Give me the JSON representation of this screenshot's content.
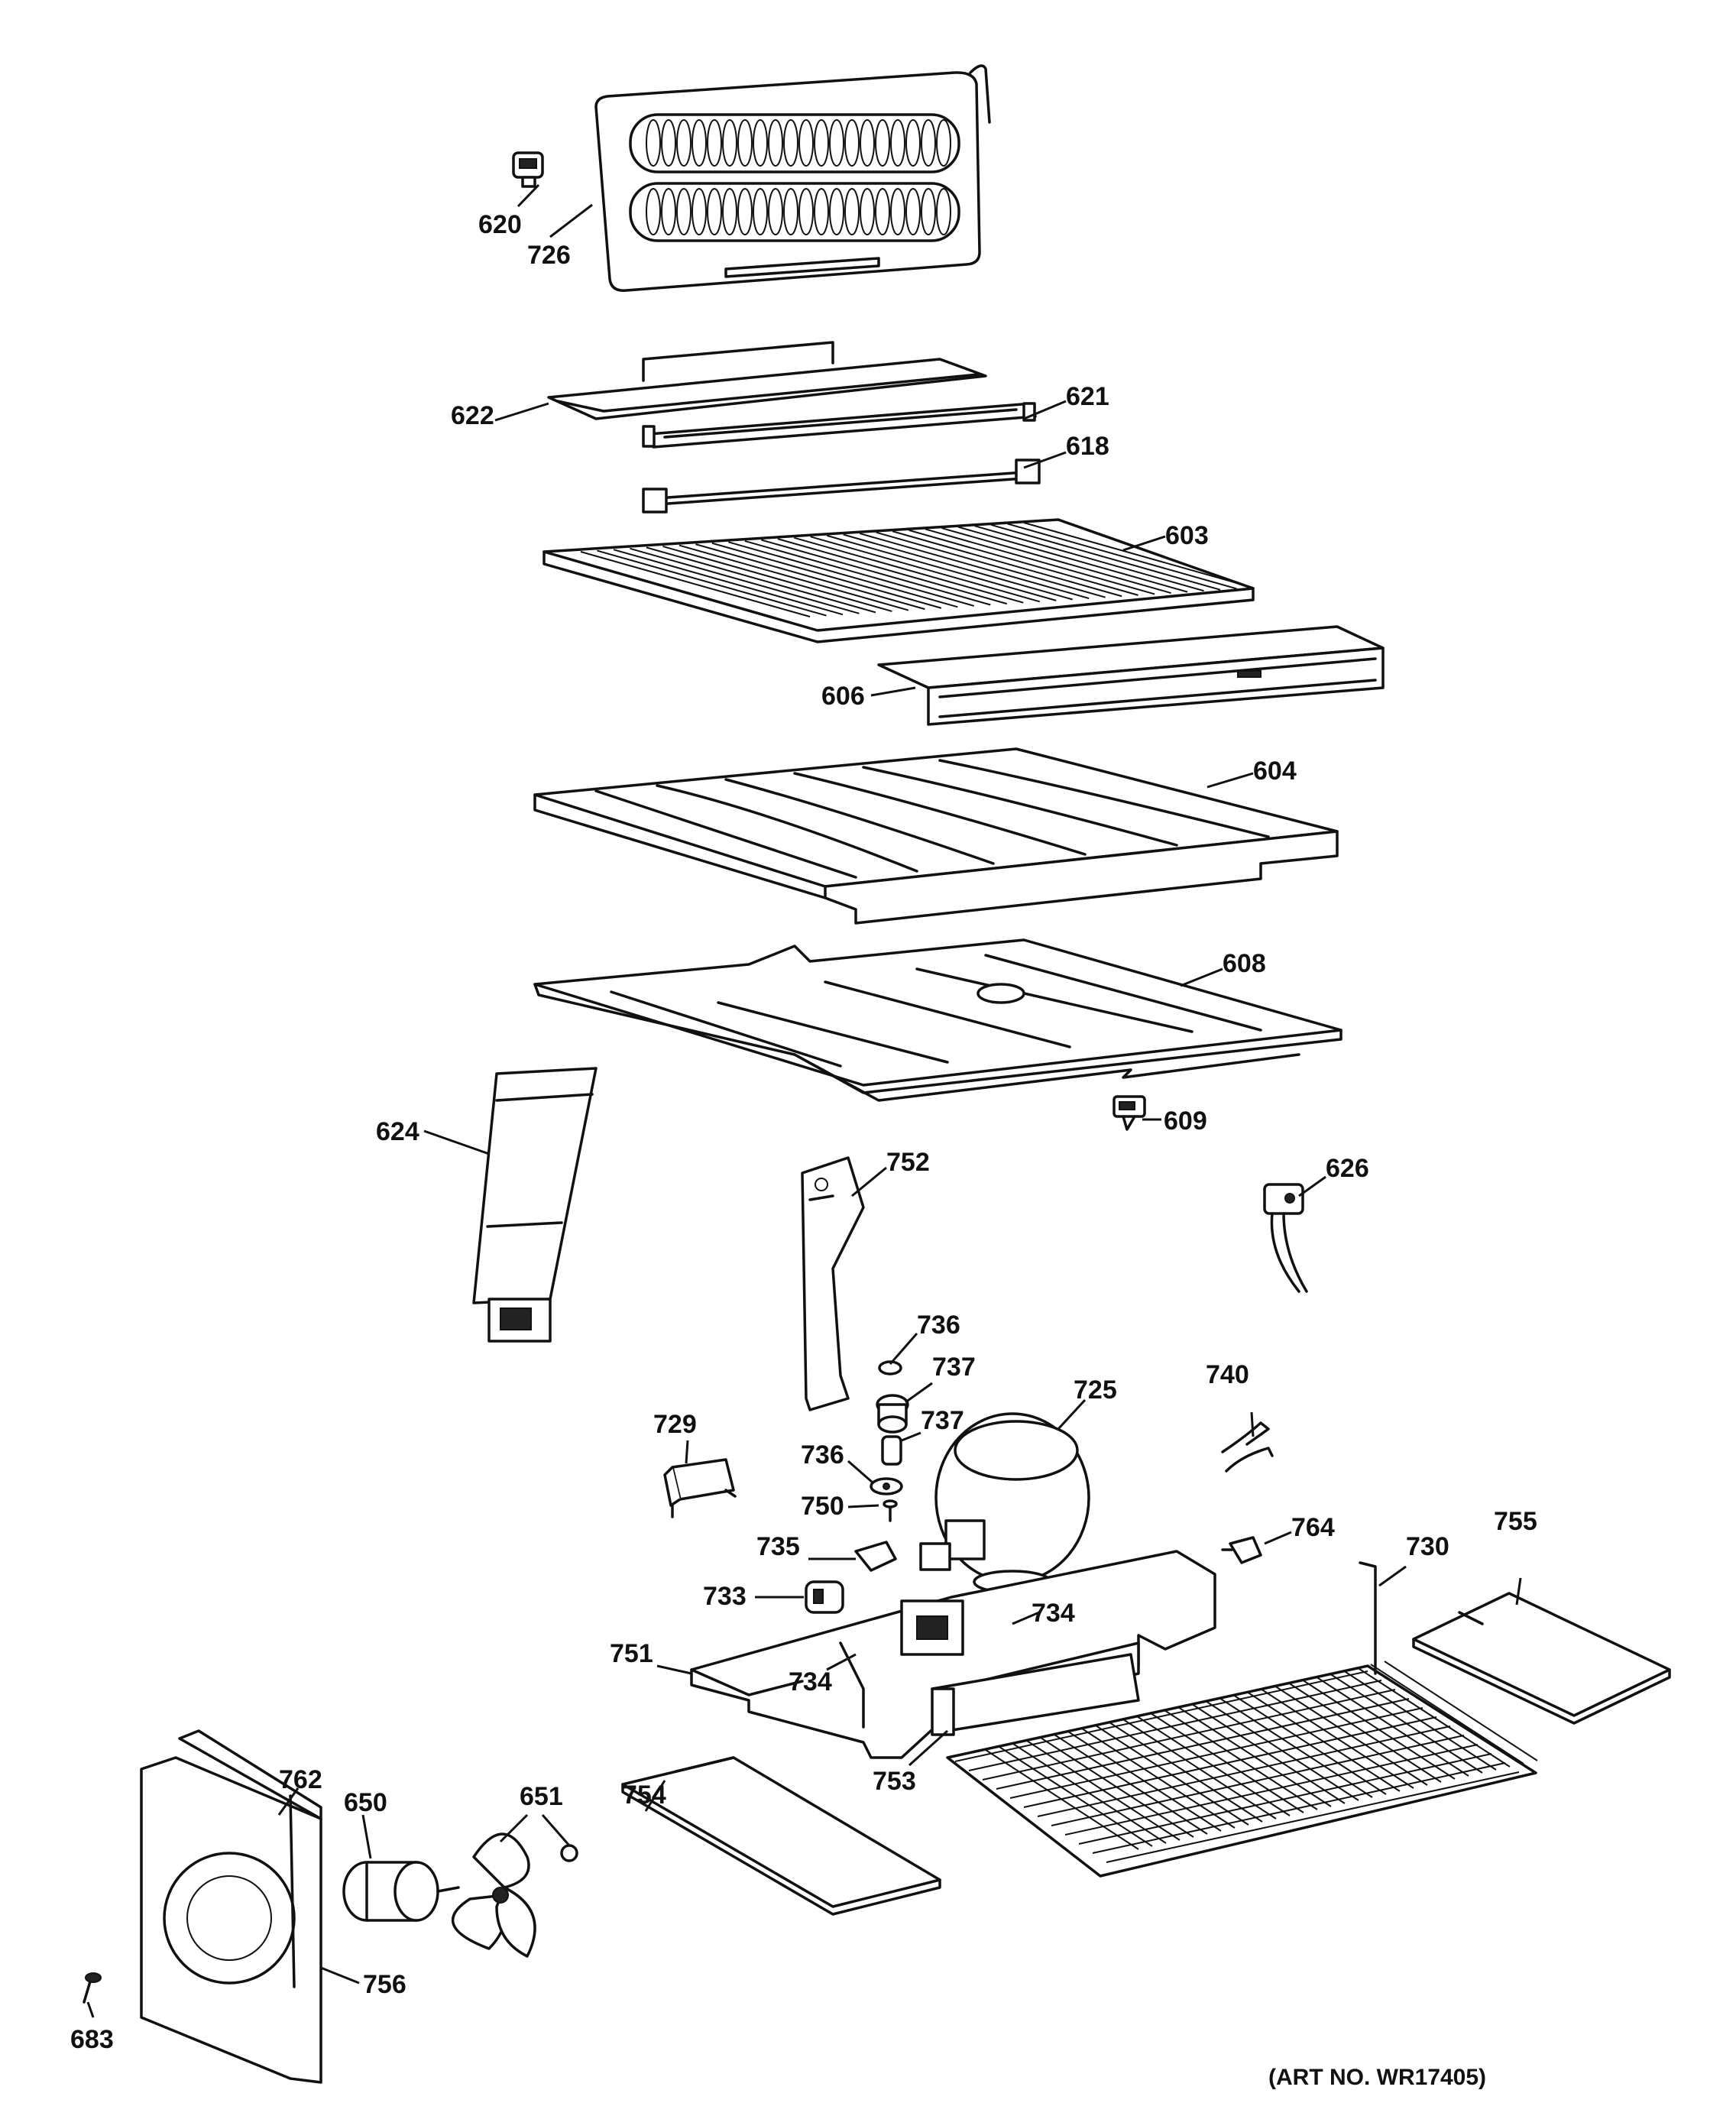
{
  "labels": {
    "p620": "620",
    "p726": "726",
    "p622": "622",
    "p621": "621",
    "p618": "618",
    "p603": "603",
    "p606": "606",
    "p604": "604",
    "p608": "608",
    "p609": "609",
    "p624": "624",
    "p752": "752",
    "p626": "626",
    "p736a": "736",
    "p737a": "737",
    "p737b": "737",
    "p736b": "736",
    "p729": "729",
    "p725": "725",
    "p740": "740",
    "p750": "750",
    "p764": "764",
    "p735": "735",
    "p733": "733",
    "p734a": "734",
    "p730": "730",
    "p755": "755",
    "p751": "751",
    "p734b": "734",
    "p651": "651",
    "p762": "762",
    "p650": "650",
    "p754": "754",
    "p753": "753",
    "p756": "756",
    "p683": "683"
  },
  "art_number": "(ART NO. WR17405)"
}
